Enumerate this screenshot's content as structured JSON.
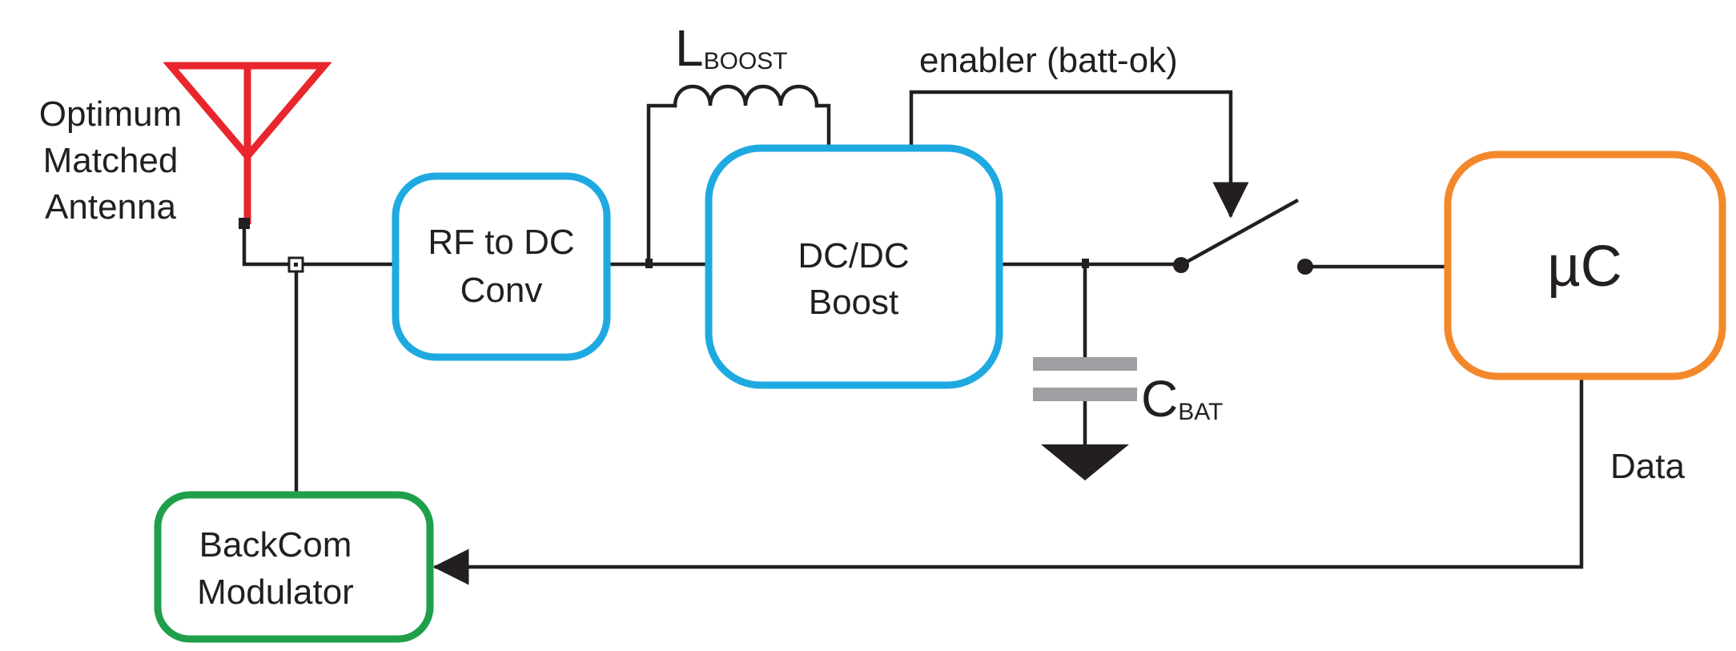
{
  "antenna": {
    "label_lines": [
      "Optimum",
      "Matched",
      "Antenna"
    ],
    "color": "#e8262b"
  },
  "inductor": {
    "symbol": "L",
    "subscript": "BOOST"
  },
  "enabler_label": "enabler (batt-ok)",
  "capacitor": {
    "symbol": "C",
    "subscript": "BAT",
    "plate_color": "#9d9fa2"
  },
  "blocks": {
    "rf_dc": {
      "line1": "RF to DC",
      "line2": "Conv",
      "color": "#1fa9e1"
    },
    "dcdc": {
      "line1": "DC/DC",
      "line2": "Boost",
      "color": "#1fa9e1"
    },
    "uc": {
      "label": "µC",
      "color": "#f3882a"
    },
    "backcom": {
      "line1": "BackCom",
      "line2": "Modulator",
      "color": "#1f9f49"
    }
  },
  "data_label": "Data",
  "wire_color": "#231f20"
}
